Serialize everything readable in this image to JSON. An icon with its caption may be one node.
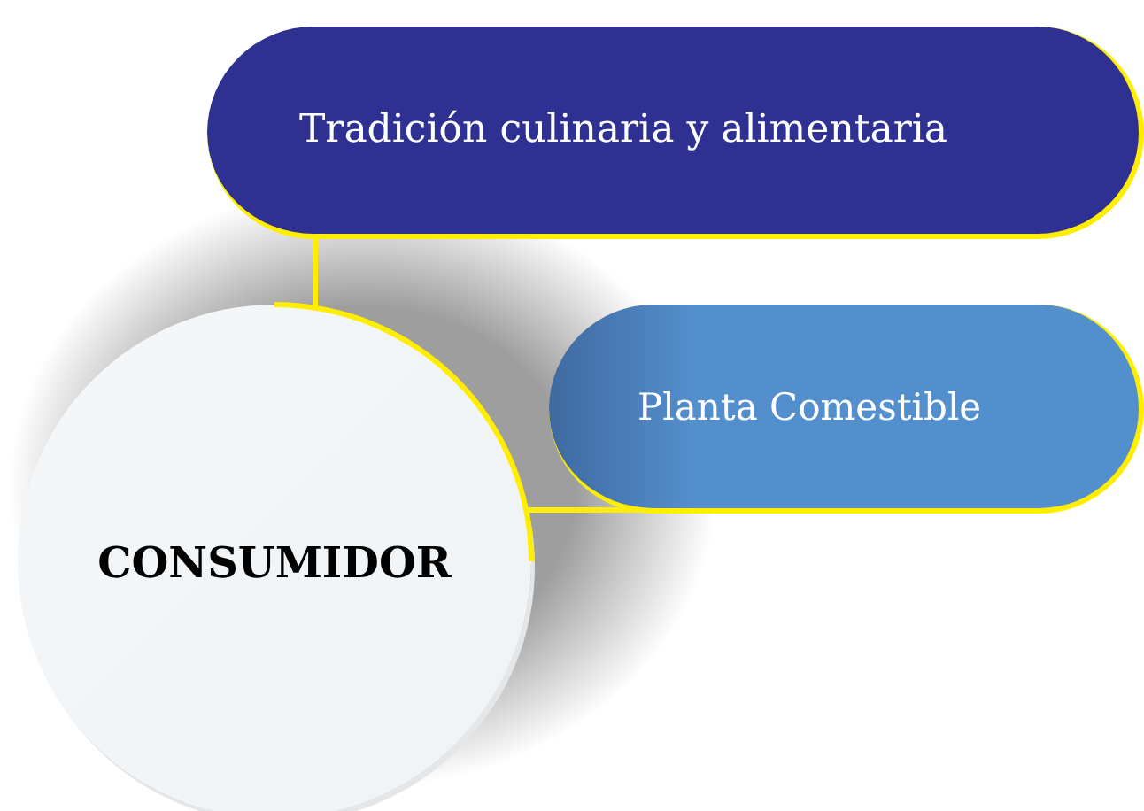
{
  "diagram": {
    "nodes": [
      {
        "text": [
          "Tradición culinaria y alimentaria"
        ]
      },
      {
        "text": [
          "Planta Comestible"
        ]
      },
      {
        "text": [
          "CONSUMIDOR"
        ]
      }
    ],
    "edges": [
      {
        "from": 2,
        "to": 0,
        "arrow": "none"
      },
      {
        "from": 2,
        "to": 1,
        "arrow": "none"
      }
    ]
  }
}
